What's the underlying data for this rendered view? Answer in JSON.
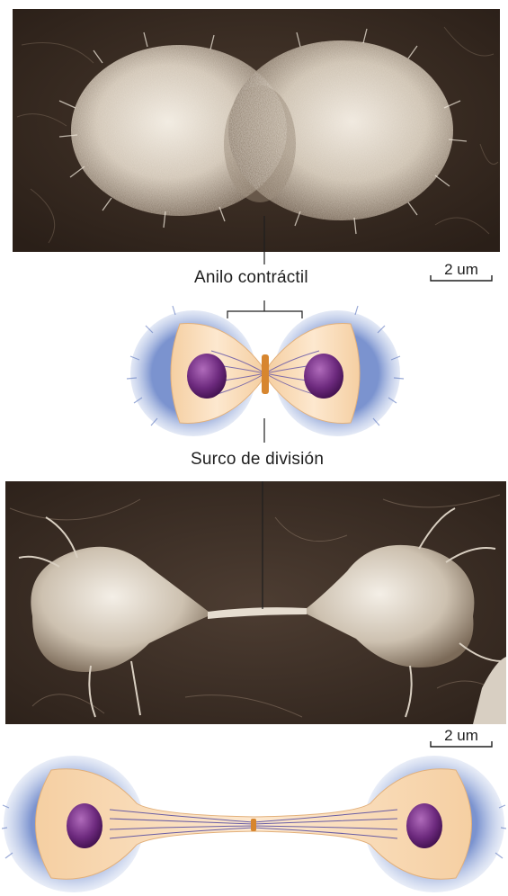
{
  "labels": {
    "contractile_ring": "Anilo contráctil",
    "cleavage_furrow": "Surco de división"
  },
  "scale_bars": {
    "top": "2 um",
    "bottom": "2 um"
  }
}
